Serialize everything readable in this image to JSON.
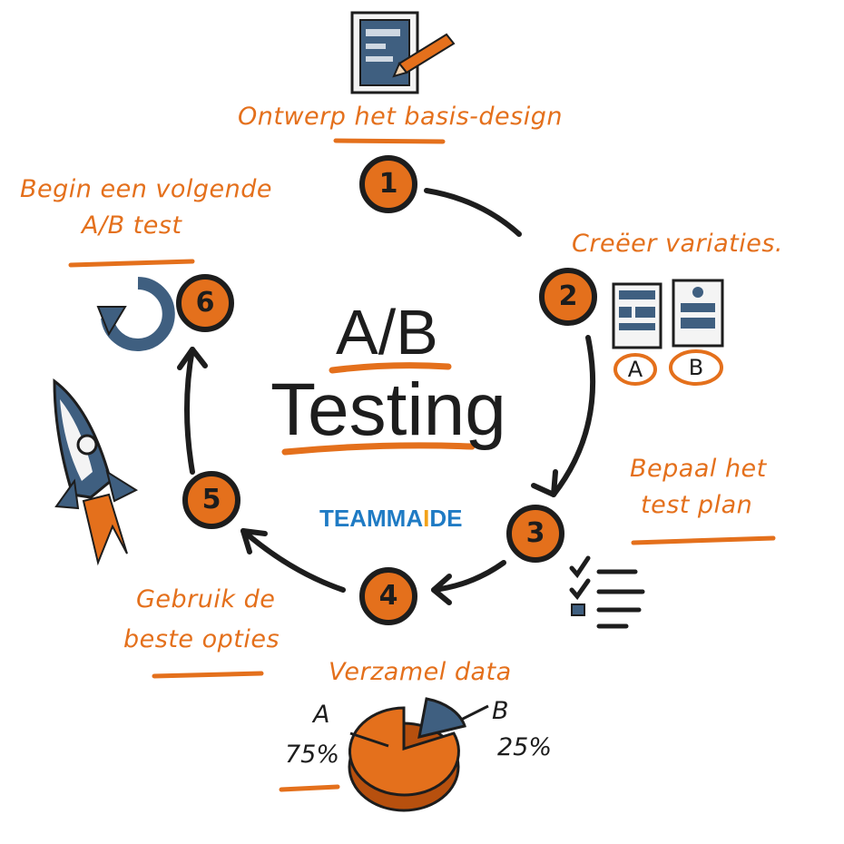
{
  "title": {
    "line1": "A/B",
    "line2": "Testing"
  },
  "brand": {
    "part1": "TEAMMA",
    "part2": "I",
    "part3": "DE"
  },
  "steps": [
    {
      "number": "1",
      "label": "Ontwerp het basis-design"
    },
    {
      "number": "2",
      "label": "Creëer variaties."
    },
    {
      "number": "3",
      "label_line1": "Bepaal het",
      "label_line2": "test plan"
    },
    {
      "number": "4",
      "label": "Verzamel data"
    },
    {
      "number": "5",
      "label_line1": "Gebruik de",
      "label_line2": "beste opties"
    },
    {
      "number": "6",
      "label_line1": "Begin een volgende",
      "label_line2": "A/B test"
    }
  ],
  "variants": {
    "a": "A",
    "b": "B"
  },
  "pie": {
    "a_label": "A",
    "a_value": "75%",
    "b_label": "B",
    "b_value": "25%"
  },
  "colors": {
    "accent": "#e4701c",
    "ink": "#1d1d1d",
    "steel": "#3f5f80",
    "brand_blue": "#1f7bc4",
    "brand_orange": "#f2a21a"
  }
}
